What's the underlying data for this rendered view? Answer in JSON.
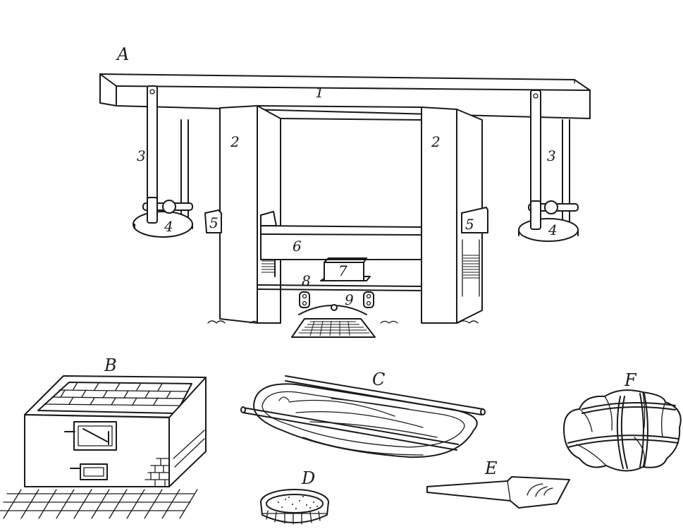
{
  "figure": {
    "letters": {
      "a": "A",
      "b": "B",
      "c": "C",
      "d": "D",
      "e": "E",
      "f": "F"
    },
    "numbers": {
      "n1": "1",
      "n2_left": "2",
      "n2_right": "2",
      "n3_left": "3",
      "n3_right": "3",
      "n4_left": "4",
      "n4_right": "4",
      "n5_left": "5",
      "n5_right": "5",
      "n6": "6",
      "n7": "7",
      "n8": "8",
      "n9": "9"
    }
  }
}
